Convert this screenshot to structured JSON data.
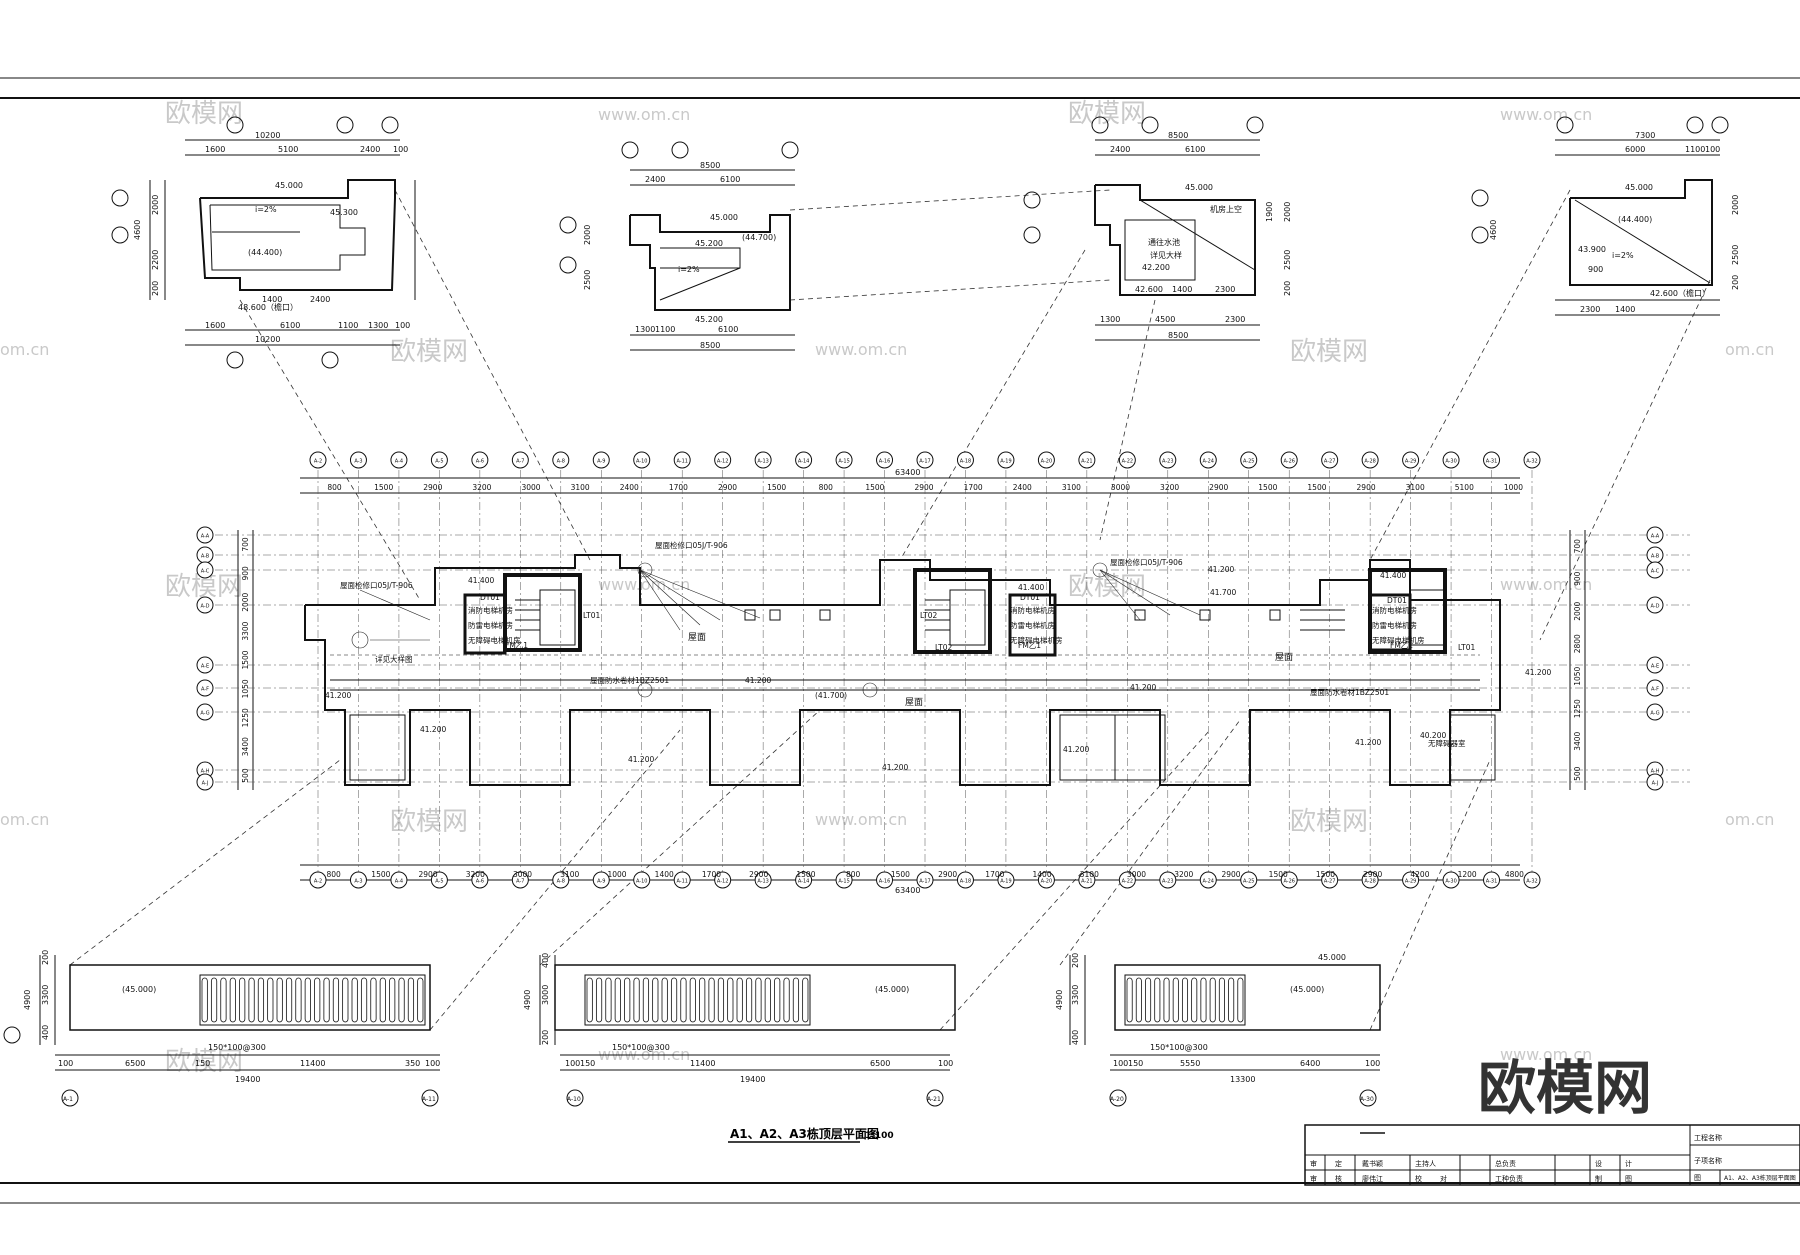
{
  "drawing": {
    "title": "A1、A2、A3栋顶层平面图",
    "scale": "1:100"
  },
  "watermark": {
    "brand": "欧模网",
    "url": "www.om.cn",
    "url_short": "om.cn"
  },
  "roof_plans": [
    {
      "top_dims": [
        "10200",
        "1600",
        "5100",
        "2400",
        "100"
      ],
      "bottom_dims": [
        "1600",
        "6100",
        "1100",
        "1300",
        "100",
        "10200"
      ],
      "side_dims": [
        "4600",
        "2000",
        "2200",
        "200"
      ],
      "elevations": [
        "45.000",
        "45.300",
        "(44.400)",
        "i=2%"
      ],
      "notes": [
        "48.600（檐口）",
        "2400",
        "1400"
      ]
    },
    {
      "top_dims": [
        "8500",
        "2400",
        "6100"
      ],
      "bottom_dims": [
        "1300",
        "1100",
        "6100",
        "8500"
      ],
      "side_dims": [
        "2000",
        "2500"
      ],
      "elevations": [
        "45.000",
        "45.200",
        "(44.700)",
        "i=2%"
      ],
      "notes": [
        "45.200"
      ]
    },
    {
      "top_dims": [
        "8500",
        "2400",
        "6100"
      ],
      "bottom_dims": [
        "1300",
        "4500",
        "2300",
        "8500"
      ],
      "side_dims": [
        "1900",
        "2000",
        "2500",
        "200"
      ],
      "elevations": [
        "45.000",
        "42.200",
        "42.600",
        "1400",
        "2300"
      ],
      "notes": [
        "机房上空",
        "通往水池",
        "详见大样"
      ]
    },
    {
      "top_dims": [
        "7300",
        "6000",
        "1100",
        "100"
      ],
      "bottom_dims": [
        "2300",
        "1400"
      ],
      "side_dims": [
        "4600",
        "2000",
        "2500",
        "200"
      ],
      "elevations": [
        "45.000",
        "(44.400)",
        "43.900",
        "42.600（檐口）",
        "i=2%"
      ],
      "notes": [
        "900"
      ]
    }
  ],
  "main_plan": {
    "overall_dim": "63400",
    "top_dims": [
      "800",
      "1500",
      "2900",
      "3200",
      "3000",
      "3100",
      "2400",
      "1700",
      "2900",
      "1500",
      "800",
      "1500",
      "2900",
      "1700",
      "2400",
      "3100",
      "3000",
      "3200",
      "2900",
      "1500",
      "1500",
      "2900",
      "3100",
      "5100",
      "1000"
    ],
    "bottom_dims": [
      "800",
      "1500",
      "2900",
      "3200",
      "3000",
      "3100",
      "1000",
      "1400",
      "1700",
      "2900",
      "1500",
      "800",
      "1500",
      "2900",
      "1700",
      "1400",
      "3100",
      "3000",
      "3200",
      "2900",
      "1500",
      "1500",
      "2900",
      "4200",
      "1200",
      "4800"
    ],
    "side_dims_left": [
      "700",
      "900",
      "2000",
      "3300",
      "1500",
      "1050",
      "1250",
      "3400",
      "500"
    ],
    "side_dims_right": [
      "700",
      "900",
      "2000",
      "2800",
      "1050",
      "1250",
      "3400",
      "500"
    ],
    "top_axes": [
      "A-2",
      "A-3",
      "A-4",
      "A-5",
      "A-6",
      "A-7",
      "A-8",
      "A-9",
      "A-10",
      "A-11",
      "A-12",
      "A-13",
      "A-14",
      "A-15",
      "A-16",
      "A-17",
      "A-18",
      "A-19",
      "A-20",
      "A-21",
      "A-22",
      "A-23",
      "A-24",
      "A-25",
      "A-26",
      "A-27",
      "A-28",
      "A-29",
      "A-30",
      "A-31",
      "A-32"
    ],
    "side_axes_left": [
      "A-A",
      "A-B",
      "A-C",
      "A-D",
      "A-E",
      "A-F",
      "A-G",
      "A-H",
      "A-J"
    ],
    "side_axes_right": [
      "A-A",
      "A-B",
      "A-C",
      "A-D",
      "A-E",
      "A-F",
      "A-G",
      "A-H",
      "A-J"
    ],
    "rooms": [
      "消防电梯机房",
      "防雷电梯机房",
      "无障碍电梯机房",
      "屋面",
      "屋面",
      "屋面",
      "无障碍器室"
    ],
    "labels": [
      "DT01",
      "LT01",
      "LT02",
      "FM乙1",
      "DT01",
      "LT02",
      "DT01",
      "LT01",
      "FM乙1",
      "FM乙1"
    ],
    "elevations": [
      "41.400",
      "41.200",
      "41.200",
      "41.200",
      "41.200",
      "41.200",
      "41.400",
      "41.200",
      "41.200",
      "41.400",
      "41.200",
      "41.700",
      "41.200",
      "40.200",
      "(41.700)",
      "41.200"
    ],
    "notes": [
      "屋面检修口05J/T-906",
      "详见大样图",
      "屋面防水卷材1BZ2501",
      "屋面检修口05J/T-906",
      "屋面防水卷材1BZ2501",
      "屋面检修口05J/T-906"
    ]
  },
  "section_strips": [
    {
      "bottom_dims": [
        "100",
        "6500",
        "150",
        "11400",
        "350",
        "100"
      ],
      "total": "19400",
      "side_dims": [
        "4900",
        "3300",
        "400",
        "200"
      ],
      "elevation": "(45.000)",
      "note": "150*100@300",
      "axis_left": "A-1",
      "axis_right": "A-11"
    },
    {
      "bottom_dims": [
        "100",
        "150",
        "11400",
        "6500",
        "100"
      ],
      "total": "19400",
      "side_dims": [
        "4900",
        "3000",
        "200",
        "400"
      ],
      "elevation": "(45.000)",
      "note": "150*100@300",
      "axis_left": "A-10",
      "axis_right": "A-21"
    },
    {
      "bottom_dims": [
        "100",
        "150",
        "5550",
        "6400",
        "100"
      ],
      "total": "13300",
      "side_dims": [
        "4900",
        "3300",
        "400",
        "200"
      ],
      "elevation": "(45.000)",
      "extra_elevation": "45.000",
      "note": "150*100@300",
      "axis_left": "A-20",
      "axis_right": "A-30"
    }
  ],
  "title_block": {
    "project_name_label": "工程名称",
    "building_label": "子项名称",
    "drawing_label": "图",
    "drawing_name": "A1、A2、A3栋顶层平面图",
    "rows": [
      [
        "审",
        "定",
        "戴书颖",
        "主持人",
        "",
        "总负责",
        "",
        "设",
        "计"
      ],
      [
        "审",
        "核",
        "廖伟江",
        "校",
        "对",
        "工种负责",
        "",
        "制",
        "图"
      ]
    ]
  }
}
